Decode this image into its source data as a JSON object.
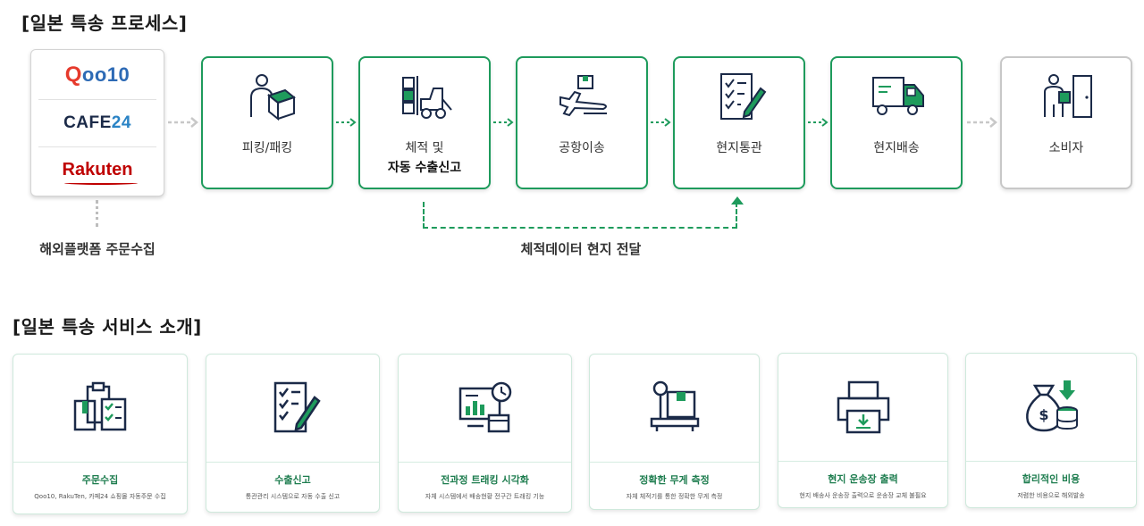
{
  "titles": {
    "process": "[일본 특송 프로세스]",
    "service": "[일본 특송 서비스 소개]"
  },
  "platforms": {
    "items": [
      {
        "name": "Qoo10",
        "icon": "qoo10-logo"
      },
      {
        "name": "cafe24",
        "icon": "cafe24-logo"
      },
      {
        "name": "Rakuten",
        "icon": "rakuten-logo"
      }
    ],
    "caption": "해외플랫폼 주문수집"
  },
  "steps": [
    {
      "line1": "피킹/패킹",
      "line2": "",
      "icon": "picking-packing-icon",
      "style": "green"
    },
    {
      "line1": "체적 및",
      "line2": "자동 수출신고",
      "icon": "forklift-icon",
      "style": "green"
    },
    {
      "line1": "공항이송",
      "line2": "",
      "icon": "airplane-icon",
      "style": "green"
    },
    {
      "line1": "현지통관",
      "line2": "",
      "icon": "checklist-icon",
      "style": "green"
    },
    {
      "line1": "현지배송",
      "line2": "",
      "icon": "delivery-truck-icon",
      "style": "green"
    },
    {
      "line1": "소비자",
      "line2": "",
      "icon": "consumer-icon",
      "style": "gray"
    }
  ],
  "feedback": {
    "caption": "체적데이터 현지 전달"
  },
  "services": [
    {
      "title": "주문수집",
      "desc": "Qoo10, RakuTen, 카페24 쇼핑몰 자동주문 수집",
      "icon": "order-clipboard-icon"
    },
    {
      "title": "수출신고",
      "desc": "통관관리 시스템으로 자동 수출 신고",
      "icon": "checklist-pen-icon"
    },
    {
      "title": "전과정 트래킹 시각화",
      "desc": "자체 시스템에서 배송현황 전구간 트래킹 기능",
      "icon": "dashboard-chart-icon"
    },
    {
      "title": "정확한 무게 측정",
      "desc": "자체 체적기를 통한 정확한 무게 측정",
      "icon": "scale-box-icon"
    },
    {
      "title": "현지 운송장 출력",
      "desc": "현지 배송사 운송장 출력으로 운송장 교체 불필요",
      "icon": "printer-icon"
    },
    {
      "title": "합리적인 비용",
      "desc": "저렴한 비용으로 해외발송",
      "icon": "money-bag-icon"
    }
  ],
  "colors": {
    "accent": "#1e9b5c",
    "navy": "#1b2a48",
    "gray_border": "#c8c8c8"
  }
}
